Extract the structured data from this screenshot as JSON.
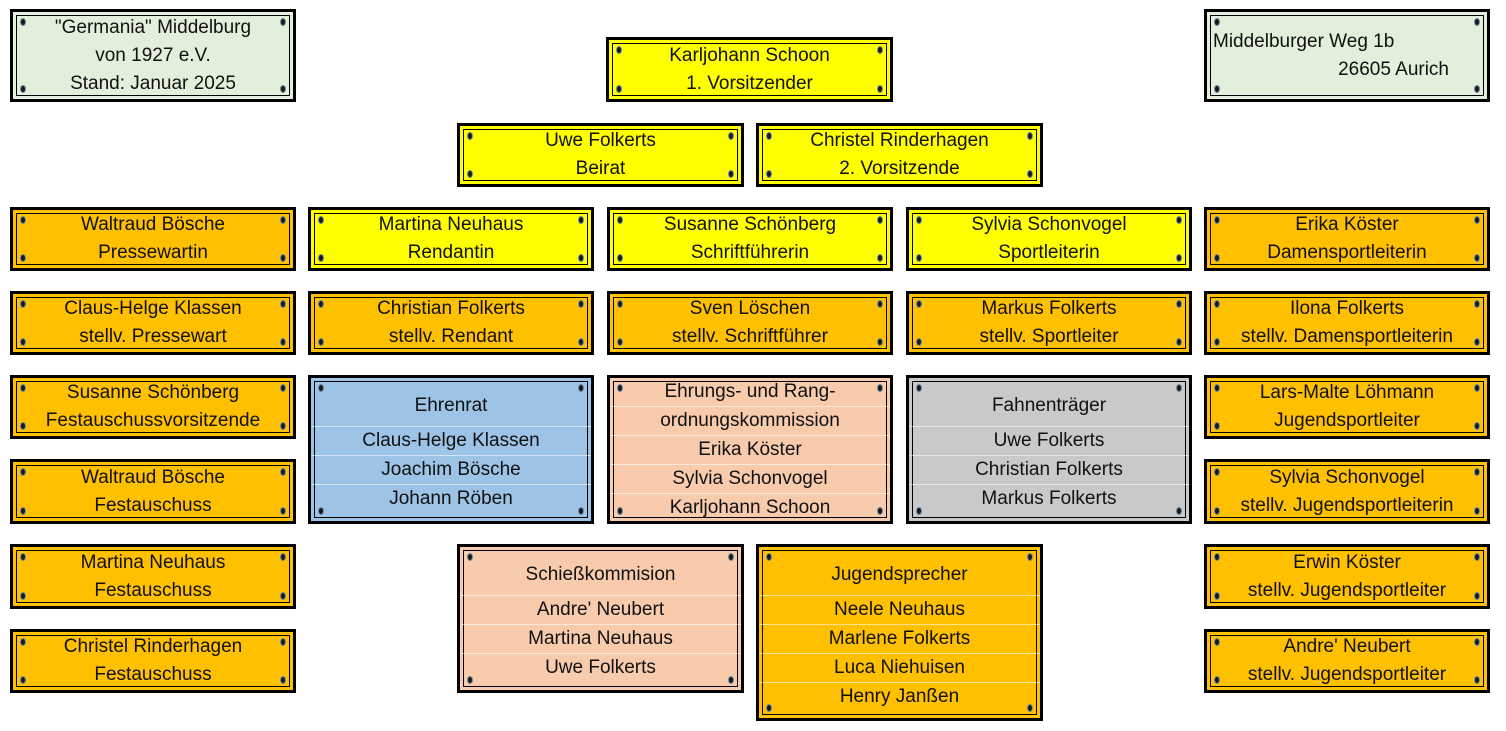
{
  "club": {
    "name": "\"Germania\" Middelburg",
    "founded": "von 1927 e.V.",
    "stand": "Stand: Januar 2025"
  },
  "address": {
    "street": "Middelburger Weg 1b",
    "city": "26605 Aurich"
  },
  "board": {
    "chair": {
      "name": "Karljohann Schoon",
      "role": "1. Vorsitzender"
    },
    "beirat": {
      "name": "Uwe Folkerts",
      "role": "Beirat"
    },
    "vice": {
      "name": "Christel Rinderhagen",
      "role": "2. Vorsitzende"
    }
  },
  "officers": [
    {
      "name": "Waltraud  Bösche",
      "role": "Pressewartin"
    },
    {
      "name": "Martina Neuhaus",
      "role": "Rendantin"
    },
    {
      "name": "Susanne Schönberg",
      "role": "Schriftführerin"
    },
    {
      "name": "Sylvia Schonvogel",
      "role": "Sportleiterin"
    },
    {
      "name": "Erika Köster",
      "role": "Damensportleiterin"
    }
  ],
  "deputies": [
    {
      "name": "Claus-Helge Klassen",
      "role": "stellv. Pressewart"
    },
    {
      "name": "Christian Folkerts",
      "role": "stellv. Rendant"
    },
    {
      "name": "Sven Löschen",
      "role": "stellv. Schriftführer"
    },
    {
      "name": "Markus Folkerts",
      "role": "stellv. Sportleiter"
    },
    {
      "name": "Ilona Folkerts",
      "role": "stellv. Damensportleiterin"
    }
  ],
  "left_column": [
    {
      "name": "Susanne Schönberg",
      "role": "Festauschussvorsitzende"
    },
    {
      "name": "Waltraud Bösche",
      "role": "Festauschuss"
    },
    {
      "name": "Martina Neuhaus",
      "role": "Festauschuss"
    },
    {
      "name": "Christel Rinderhagen",
      "role": "Festauschuss"
    }
  ],
  "right_column": [
    {
      "name": "Lars-Malte Löhmann",
      "role": "Jugendsportleiter"
    },
    {
      "name": "Sylvia Schonvogel",
      "role": "stellv. Jugendsportleiterin"
    },
    {
      "name": "Erwin Köster",
      "role": "stellv. Jugendsportleiter"
    },
    {
      "name": "Andre' Neubert",
      "role": "stellv. Jugendsportleiter"
    }
  ],
  "committees": {
    "ehrenrat": {
      "title": "Ehrenrat",
      "members": [
        "Claus-Helge Klassen",
        "Joachim Bösche",
        "Johann Röben"
      ]
    },
    "ehrung": {
      "title_1": "Ehrungs- und Rang-",
      "title_2": "ordnungskommission",
      "members": [
        "Erika Köster",
        "Sylvia Schonvogel",
        "Karljohann Schoon"
      ]
    },
    "fahnen": {
      "title": "Fahnenträger",
      "members": [
        "Uwe Folkerts",
        "Christian Folkerts",
        "Markus Folkerts"
      ]
    },
    "schiess": {
      "title": "Schießkommision",
      "members": [
        "Andre' Neubert",
        "Martina Neuhaus",
        "Uwe Folkerts"
      ]
    },
    "jugend": {
      "title": "Jugendsprecher",
      "members": [
        "Neele Neuhaus",
        "Marlene Folkerts",
        "Luca Niehuisen",
        "Henry Janßen"
      ]
    }
  },
  "colors": {
    "board": "#ffff00",
    "officer": "#ffc000",
    "info": "#e2efda",
    "ehrenrat": "#9dc3e6",
    "commission": "#f8cbad",
    "fahnen": "#c9c9c9"
  }
}
